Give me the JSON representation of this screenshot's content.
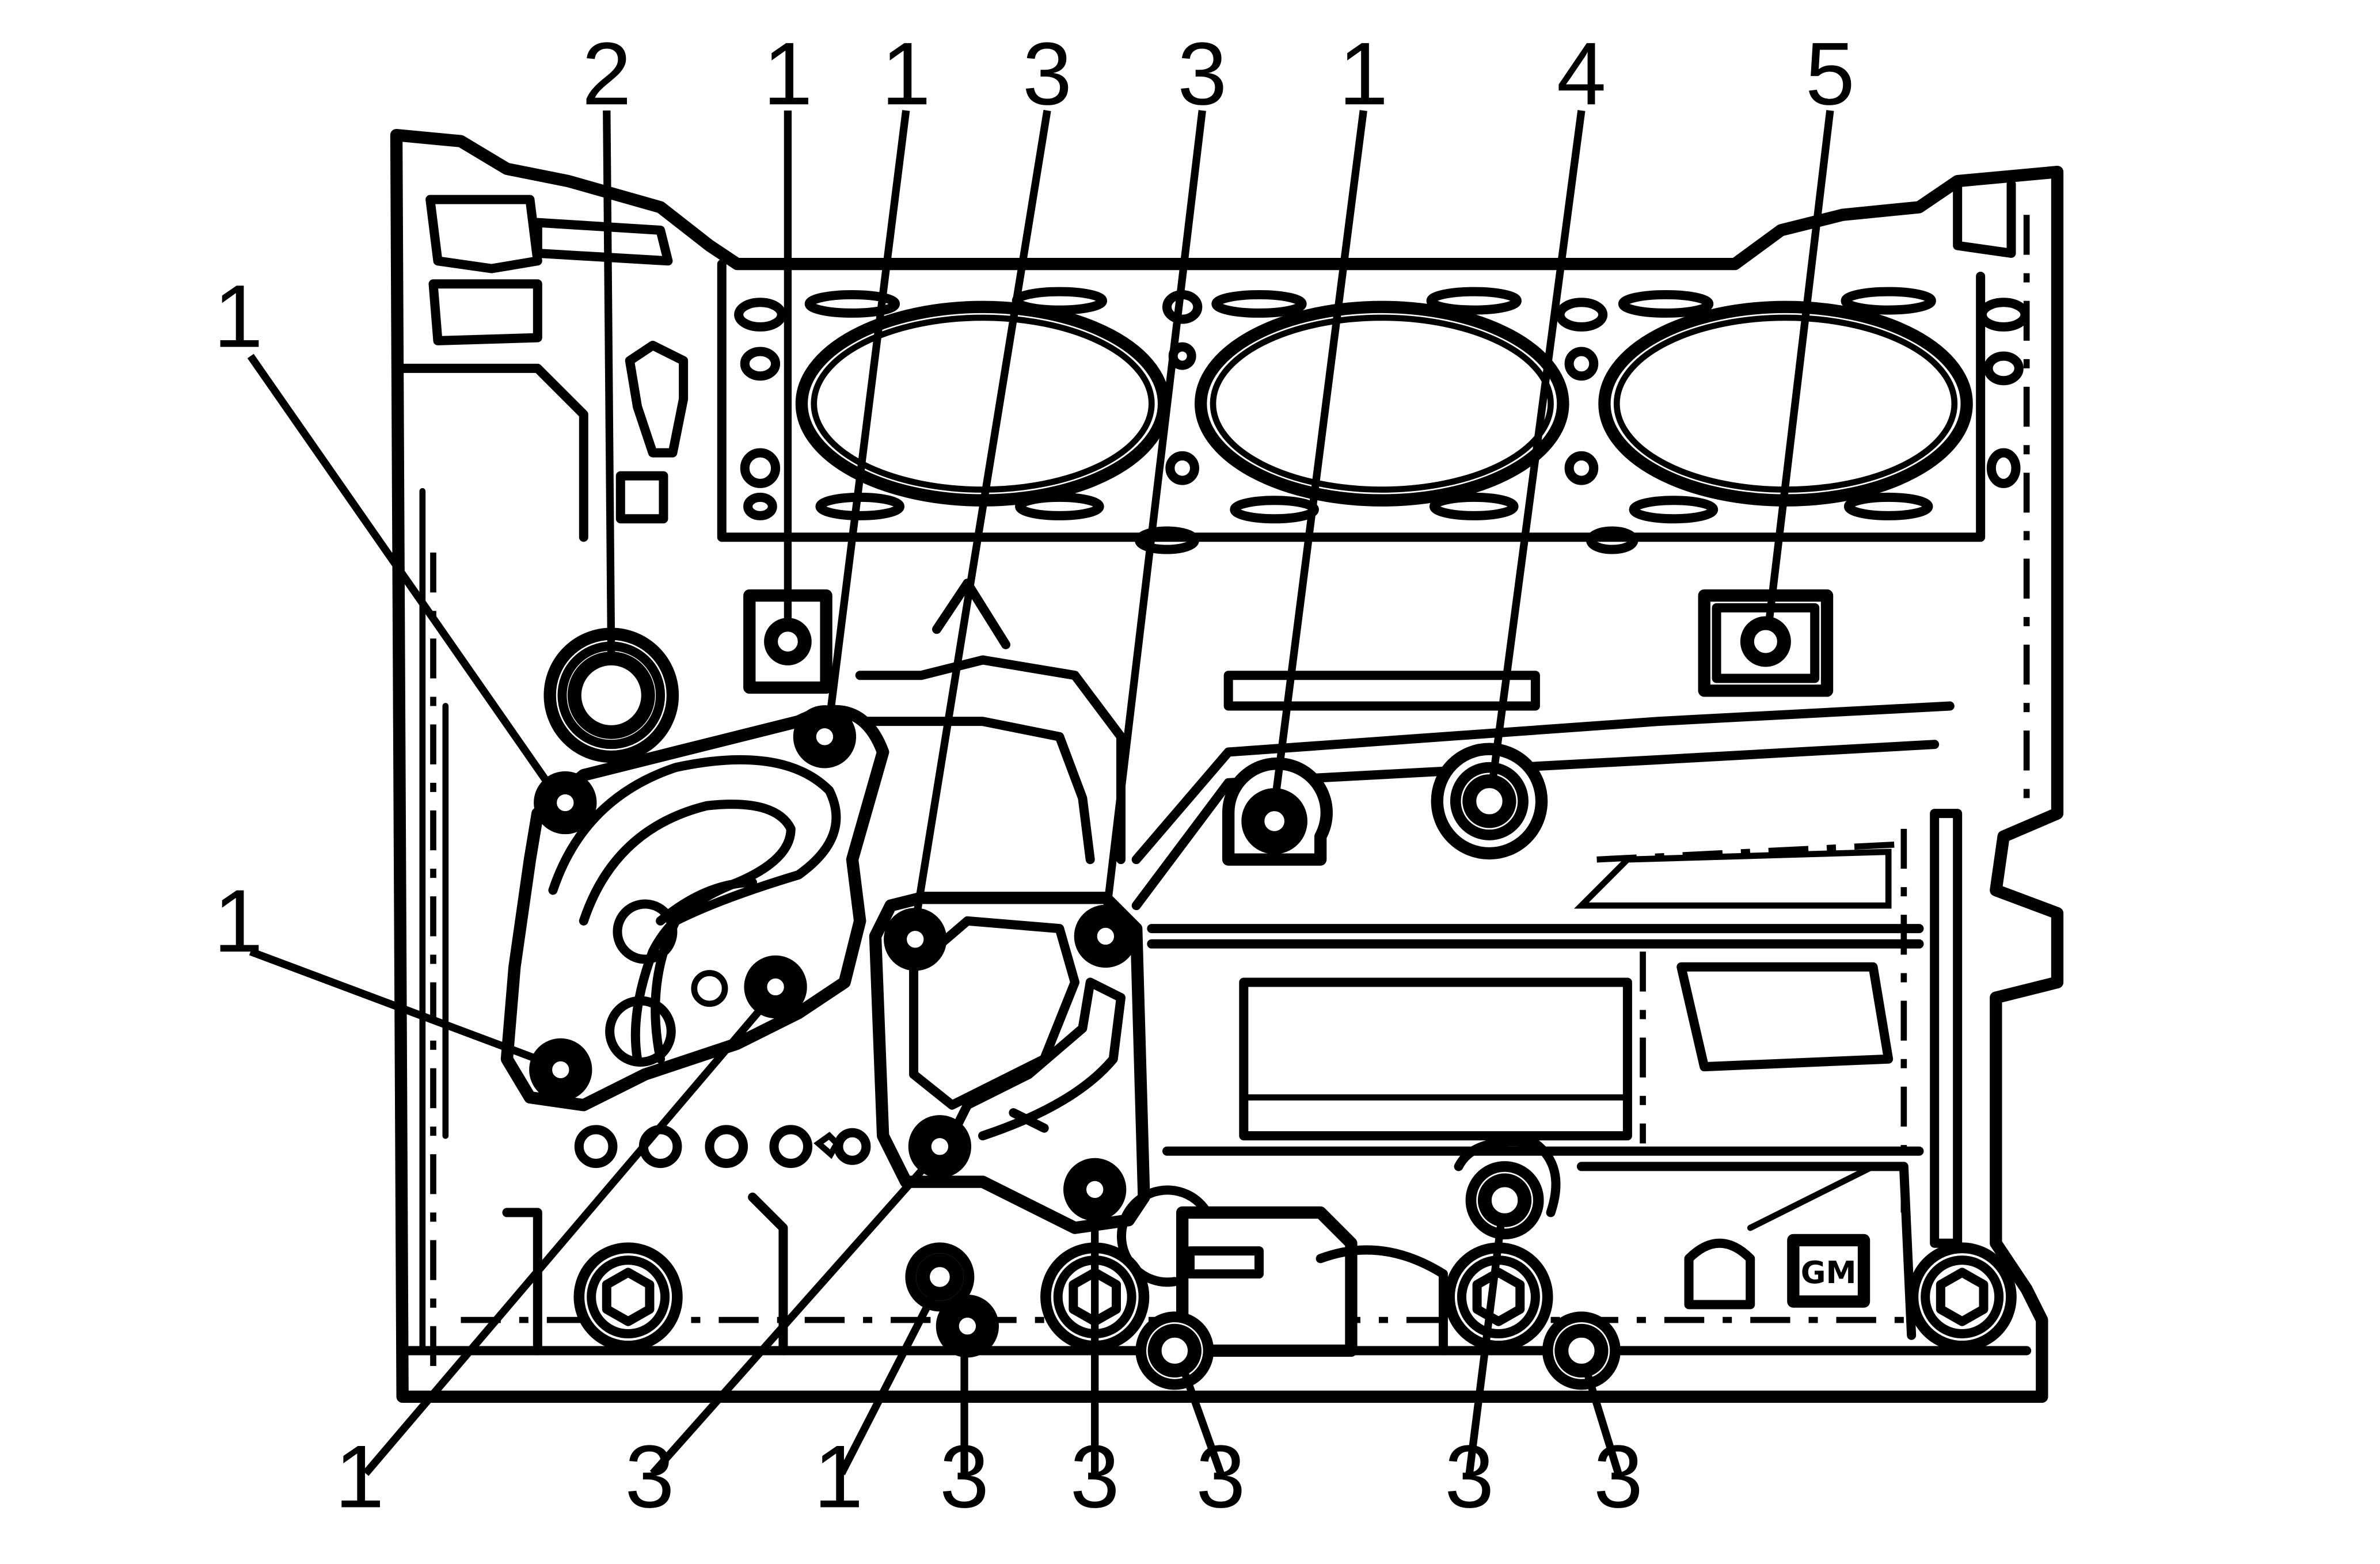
{
  "diagram": {
    "callouts": [
      {
        "id": "c-top-2",
        "text": "2"
      },
      {
        "id": "c-top-1a",
        "text": "1"
      },
      {
        "id": "c-top-1b",
        "text": "1"
      },
      {
        "id": "c-top-3a",
        "text": "3"
      },
      {
        "id": "c-top-3b",
        "text": "3"
      },
      {
        "id": "c-top-1c",
        "text": "1"
      },
      {
        "id": "c-top-4",
        "text": "4"
      },
      {
        "id": "c-top-5",
        "text": "5"
      },
      {
        "id": "c-left-1a",
        "text": "1"
      },
      {
        "id": "c-left-1b",
        "text": "1"
      },
      {
        "id": "c-bot-1a",
        "text": "1"
      },
      {
        "id": "c-bot-3a",
        "text": "3"
      },
      {
        "id": "c-bot-1b",
        "text": "1"
      },
      {
        "id": "c-bot-3b",
        "text": "3"
      },
      {
        "id": "c-bot-3c",
        "text": "3"
      },
      {
        "id": "c-bot-3d",
        "text": "3"
      },
      {
        "id": "c-bot-3e",
        "text": "3"
      },
      {
        "id": "c-bot-3f",
        "text": "3"
      }
    ],
    "logo_text": "GM"
  }
}
